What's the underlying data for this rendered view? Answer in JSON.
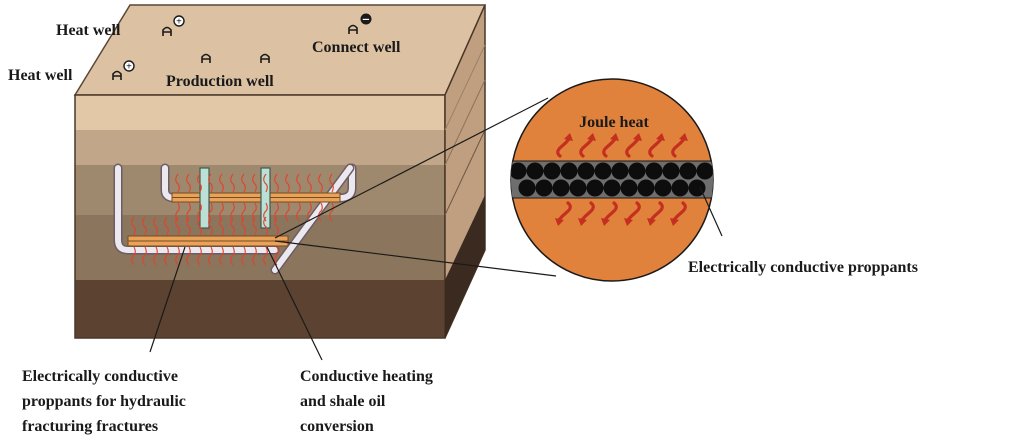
{
  "labels": {
    "heat_well_top": "Heat well",
    "heat_well_left": "Heat well",
    "connect_well": "Connect well",
    "production_well": "Production well",
    "joule_heat": "Joule heat",
    "proppants_right": "Electrically conductive proppants",
    "proppants_hydraulic": [
      "Electrically conductive",
      "proppants for hydraulic",
      "fracturing fractures"
    ],
    "conductive_heating": [
      "Conductive heating",
      "and shale oil",
      "conversion"
    ]
  },
  "polarity": {
    "heat_well_top": "+",
    "heat_well_left": "+",
    "connect_well": "−"
  },
  "colors": {
    "top_surface": "#dcc2a2",
    "layer_1": "#e3c8a8",
    "layer_2": "#c2a689",
    "layer_3": "#9f896e",
    "layer_4": "#8b755c",
    "layer_5": "#5c4231",
    "right_face_light": "#bf9f80",
    "right_face_dark": "#3b2a1f",
    "fracture": "#e8a25a",
    "heat_wave": "#e0442c",
    "pipe": "#ece8ef",
    "production_pipe": "#bde0d6",
    "circle_fill": "#e0823c",
    "proppant": "#0d0d0d",
    "heat_arrow": "#c42f20"
  },
  "icons": [
    "wellhead-icon",
    "plus-sign-icon",
    "minus-sign-icon",
    "heat-arrow-icon"
  ]
}
